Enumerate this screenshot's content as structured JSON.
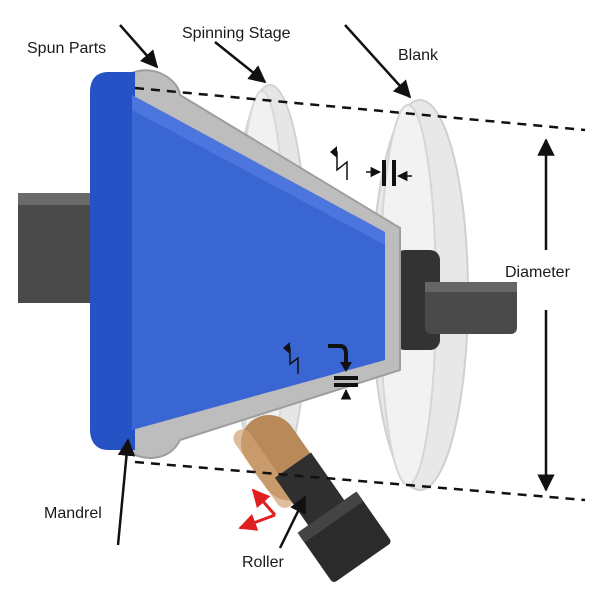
{
  "labels": {
    "spun_parts": "Spun Parts",
    "spinning_stage": "Spinning Stage",
    "blank": "Blank",
    "diameter": "Diameter",
    "mandrel": "Mandrel",
    "roller": "Roller"
  },
  "colors": {
    "mandrel_blue": "#3a66d4",
    "mandrel_edge": "#2552c4",
    "sheet_gray": "#bdbdbd",
    "ghost_gray": "#e4e4e4",
    "shaft_dark": "#3c3c3c",
    "roller_tip": "#b88a5a",
    "roller_body": "#2b2b2b",
    "motion_arrow": "#e02020"
  },
  "icons": [
    "axial-feed-icon",
    "radial-feed-icon",
    "thickness-arrows-icon",
    "motion-arrows-icon"
  ]
}
